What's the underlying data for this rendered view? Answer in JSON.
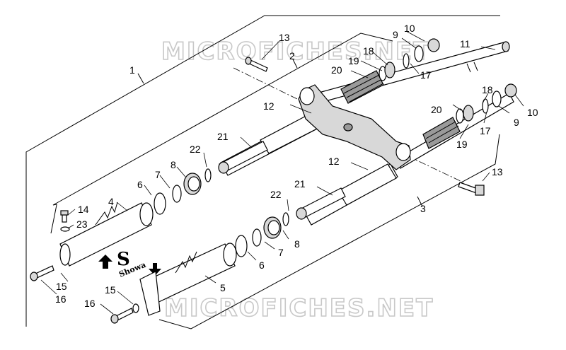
{
  "watermark": {
    "text": "MICROFICHES.NET"
  },
  "brand": {
    "logo_letter": "S",
    "logo_word": "Showa"
  },
  "callouts": {
    "c1": "1",
    "c2": "2",
    "c3": "3",
    "c4": "4",
    "c5": "5",
    "c6a": "6",
    "c6b": "6",
    "c7a": "7",
    "c7b": "7",
    "c8a": "8",
    "c8b": "8",
    "c9a": "9",
    "c9b": "9",
    "c10a": "10",
    "c10b": "10",
    "c11": "11",
    "c12a": "12",
    "c12b": "12",
    "c13a": "13",
    "c13b": "13",
    "c14": "14",
    "c15a": "15",
    "c15b": "15",
    "c16a": "16",
    "c16b": "16",
    "c17a": "17",
    "c17b": "17",
    "c18a": "18",
    "c18b": "18",
    "c19a": "19",
    "c19b": "19",
    "c20a": "20",
    "c20b": "20",
    "c21a": "21",
    "c21b": "21",
    "c22a": "22",
    "c22b": "22",
    "c23": "23"
  }
}
